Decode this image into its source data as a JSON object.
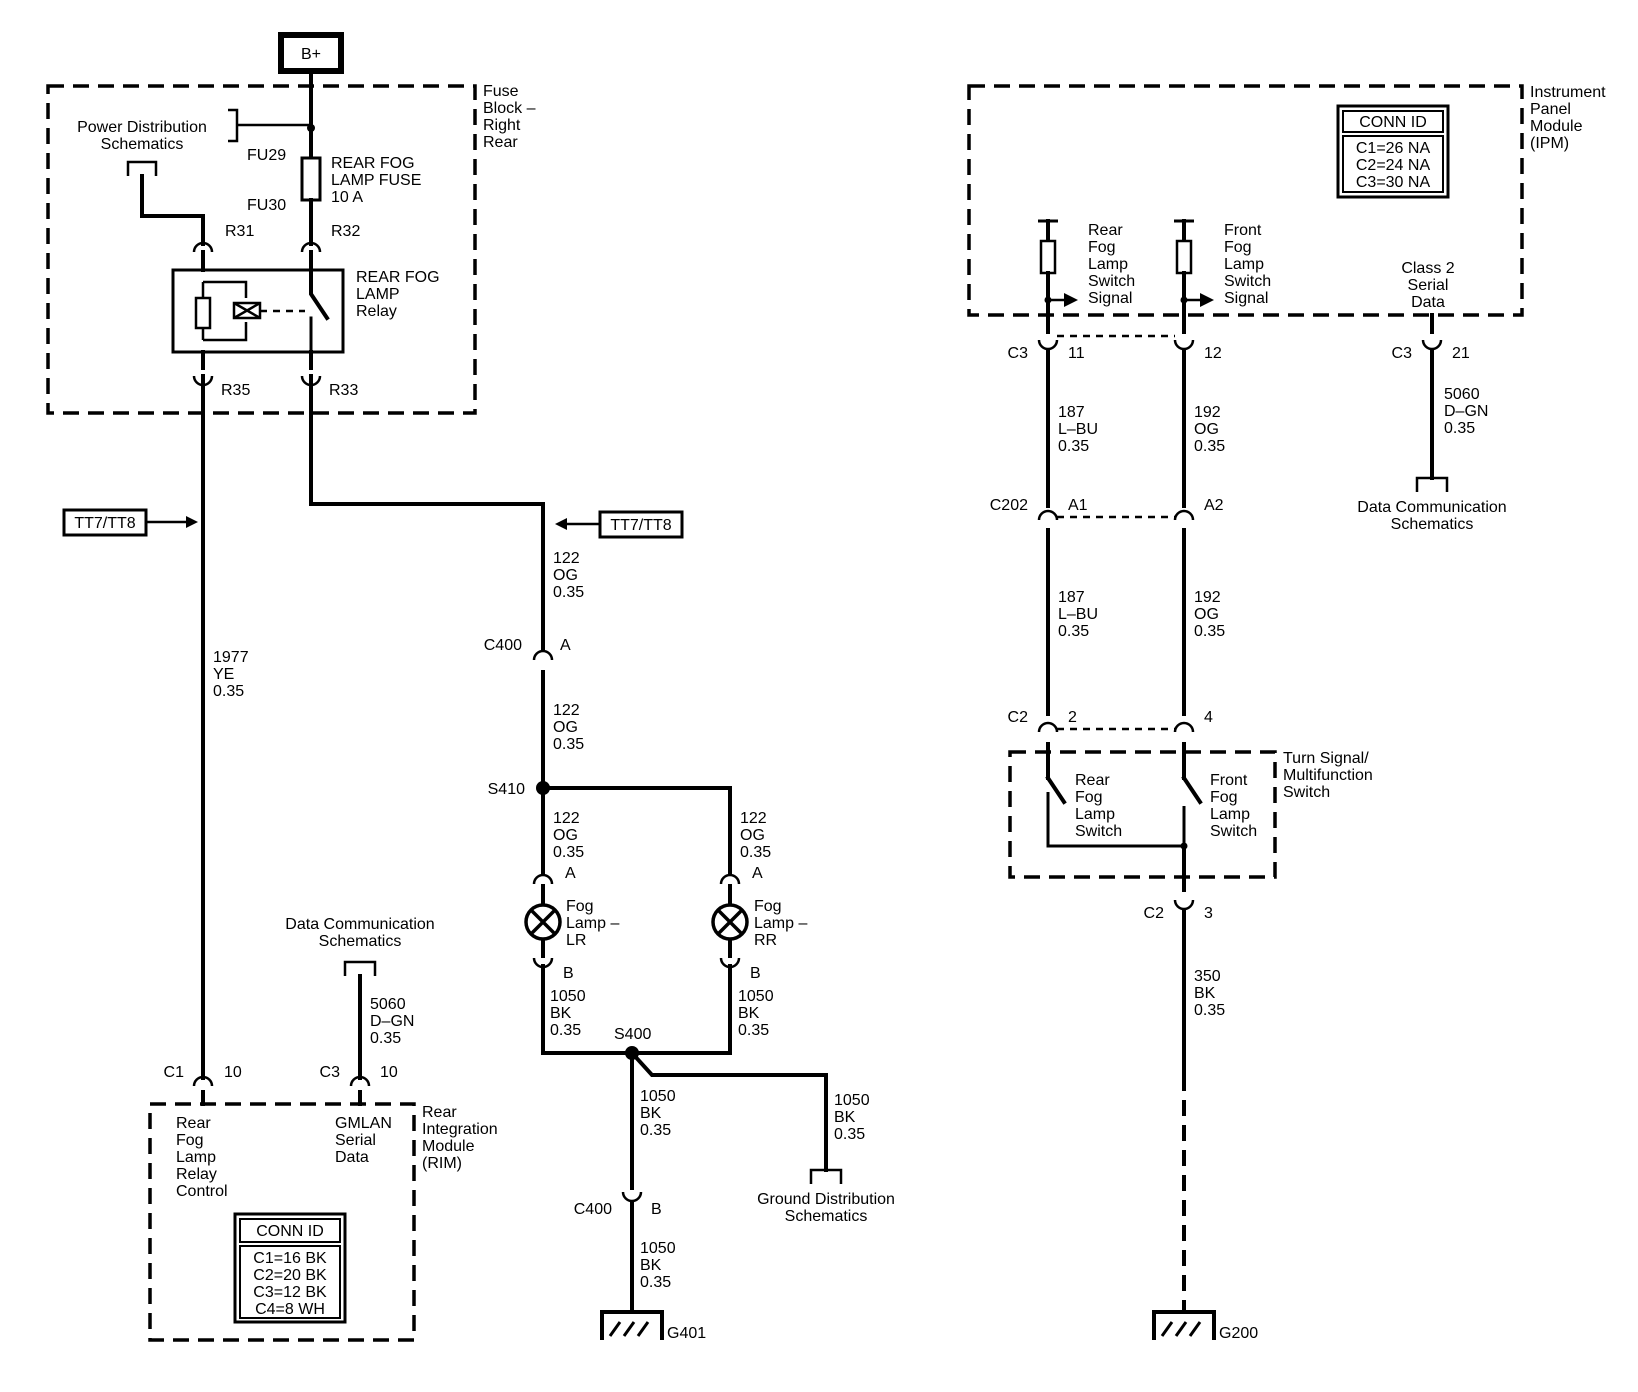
{
  "power": {
    "bplus": "B+"
  },
  "fuse_block": {
    "title": [
      "Fuse",
      "Block –",
      "Right",
      "Rear"
    ],
    "pds": [
      "Power Distribution",
      "Schematics"
    ],
    "fu29": "FU29",
    "fu30": "FU30",
    "fuse_name": [
      "REAR FOG",
      "LAMP FUSE",
      "10 A"
    ],
    "relay_name": [
      "REAR FOG",
      "LAMP",
      "Relay"
    ],
    "pins": {
      "r31": "R31",
      "r32": "R32",
      "r35": "R35",
      "r33": "R33"
    }
  },
  "test_points": {
    "left": "TT7/TT8",
    "right": "TT7/TT8"
  },
  "wires": {
    "w1977": [
      "1977",
      "YE",
      "0.35"
    ],
    "w122_a": [
      "122",
      "OG",
      "0.35"
    ],
    "w122_b": [
      "122",
      "OG",
      "0.35"
    ],
    "w122_c": [
      "122",
      "OG",
      "0.35"
    ],
    "w122_d": [
      "122",
      "OG",
      "0.35"
    ],
    "w5060_rim": [
      "5060",
      "D–GN",
      "0.35"
    ],
    "w1050_lr": [
      "1050",
      "BK",
      "0.35"
    ],
    "w1050_rr": [
      "1050",
      "BK",
      "0.35"
    ],
    "w1050_down": [
      "1050",
      "BK",
      "0.35"
    ],
    "w1050_gd": [
      "1050",
      "BK",
      "0.35"
    ],
    "w1050_g401": [
      "1050",
      "BK",
      "0.35"
    ],
    "w187_a": [
      "187",
      "L–BU",
      "0.35"
    ],
    "w187_b": [
      "187",
      "L–BU",
      "0.35"
    ],
    "w192_a": [
      "192",
      "OG",
      "0.35"
    ],
    "w192_b": [
      "192",
      "OG",
      "0.35"
    ],
    "w5060_ipm": [
      "5060",
      "D–GN",
      "0.35"
    ],
    "w350": [
      "350",
      "BK",
      "0.35"
    ]
  },
  "connectors": {
    "c400a": {
      "id": "C400",
      "pin": "A"
    },
    "c400b": {
      "id": "C400",
      "pin": "B"
    },
    "s410": "S410",
    "s400": "S400",
    "lamp_lr_a": "A",
    "lamp_lr_b": "B",
    "lamp_rr_a": "A",
    "lamp_rr_b": "B",
    "rim_c1": {
      "id": "C1",
      "pin": "10"
    },
    "rim_c3": {
      "id": "C3",
      "pin": "10"
    },
    "ipm_c3_11": {
      "id": "C3",
      "pin": "11"
    },
    "ipm_c3_12": "12",
    "ipm_c3_21": {
      "id": "C3",
      "pin": "21"
    },
    "c202_a1": {
      "id": "C202",
      "pin": "A1"
    },
    "c202_a2": "A2",
    "c2_2": {
      "id": "C2",
      "pin": "2"
    },
    "c2_4": "4",
    "c2_3": {
      "id": "C2",
      "pin": "3"
    }
  },
  "lamps": {
    "lr": [
      "Fog",
      "Lamp –",
      "LR"
    ],
    "rr": [
      "Fog",
      "Lamp –",
      "RR"
    ]
  },
  "rim": {
    "title": [
      "Rear",
      "Integration",
      "Module",
      "(RIM)"
    ],
    "relay_ctrl": [
      "Rear",
      "Fog",
      "Lamp",
      "Relay",
      "Control"
    ],
    "gmlan": [
      "GMLAN",
      "Serial",
      "Data"
    ],
    "conn_title": "CONN ID",
    "conn_rows": [
      "C1=16 BK",
      "C2=20 BK",
      "C3=12 BK",
      "C4=8 WH"
    ]
  },
  "refs": {
    "data_comm_rim": [
      "Data Communication",
      "Schematics"
    ],
    "ground_dist": [
      "Ground Distribution",
      "Schematics"
    ],
    "data_comm_ipm": [
      "Data Communication",
      "Schematics"
    ]
  },
  "grounds": {
    "g401": "G401",
    "g200": "G200"
  },
  "ipm": {
    "title": [
      "Instrument",
      "Panel",
      "Module",
      "(IPM)"
    ],
    "conn_title": "CONN ID",
    "conn_rows": [
      "C1=26 NA",
      "C2=24 NA",
      "C3=30 NA"
    ],
    "rear_signal": [
      "Rear",
      "Fog",
      "Lamp",
      "Switch",
      "Signal"
    ],
    "front_signal": [
      "Front",
      "Fog",
      "Lamp",
      "Switch",
      "Signal"
    ],
    "class2": [
      "Class 2",
      "Serial",
      "Data"
    ]
  },
  "turn_switch": {
    "title": [
      "Turn Signal/",
      "Multifunction",
      "Switch"
    ],
    "rear": [
      "Rear",
      "Fog",
      "Lamp",
      "Switch"
    ],
    "front": [
      "Front",
      "Fog",
      "Lamp",
      "Switch"
    ]
  }
}
